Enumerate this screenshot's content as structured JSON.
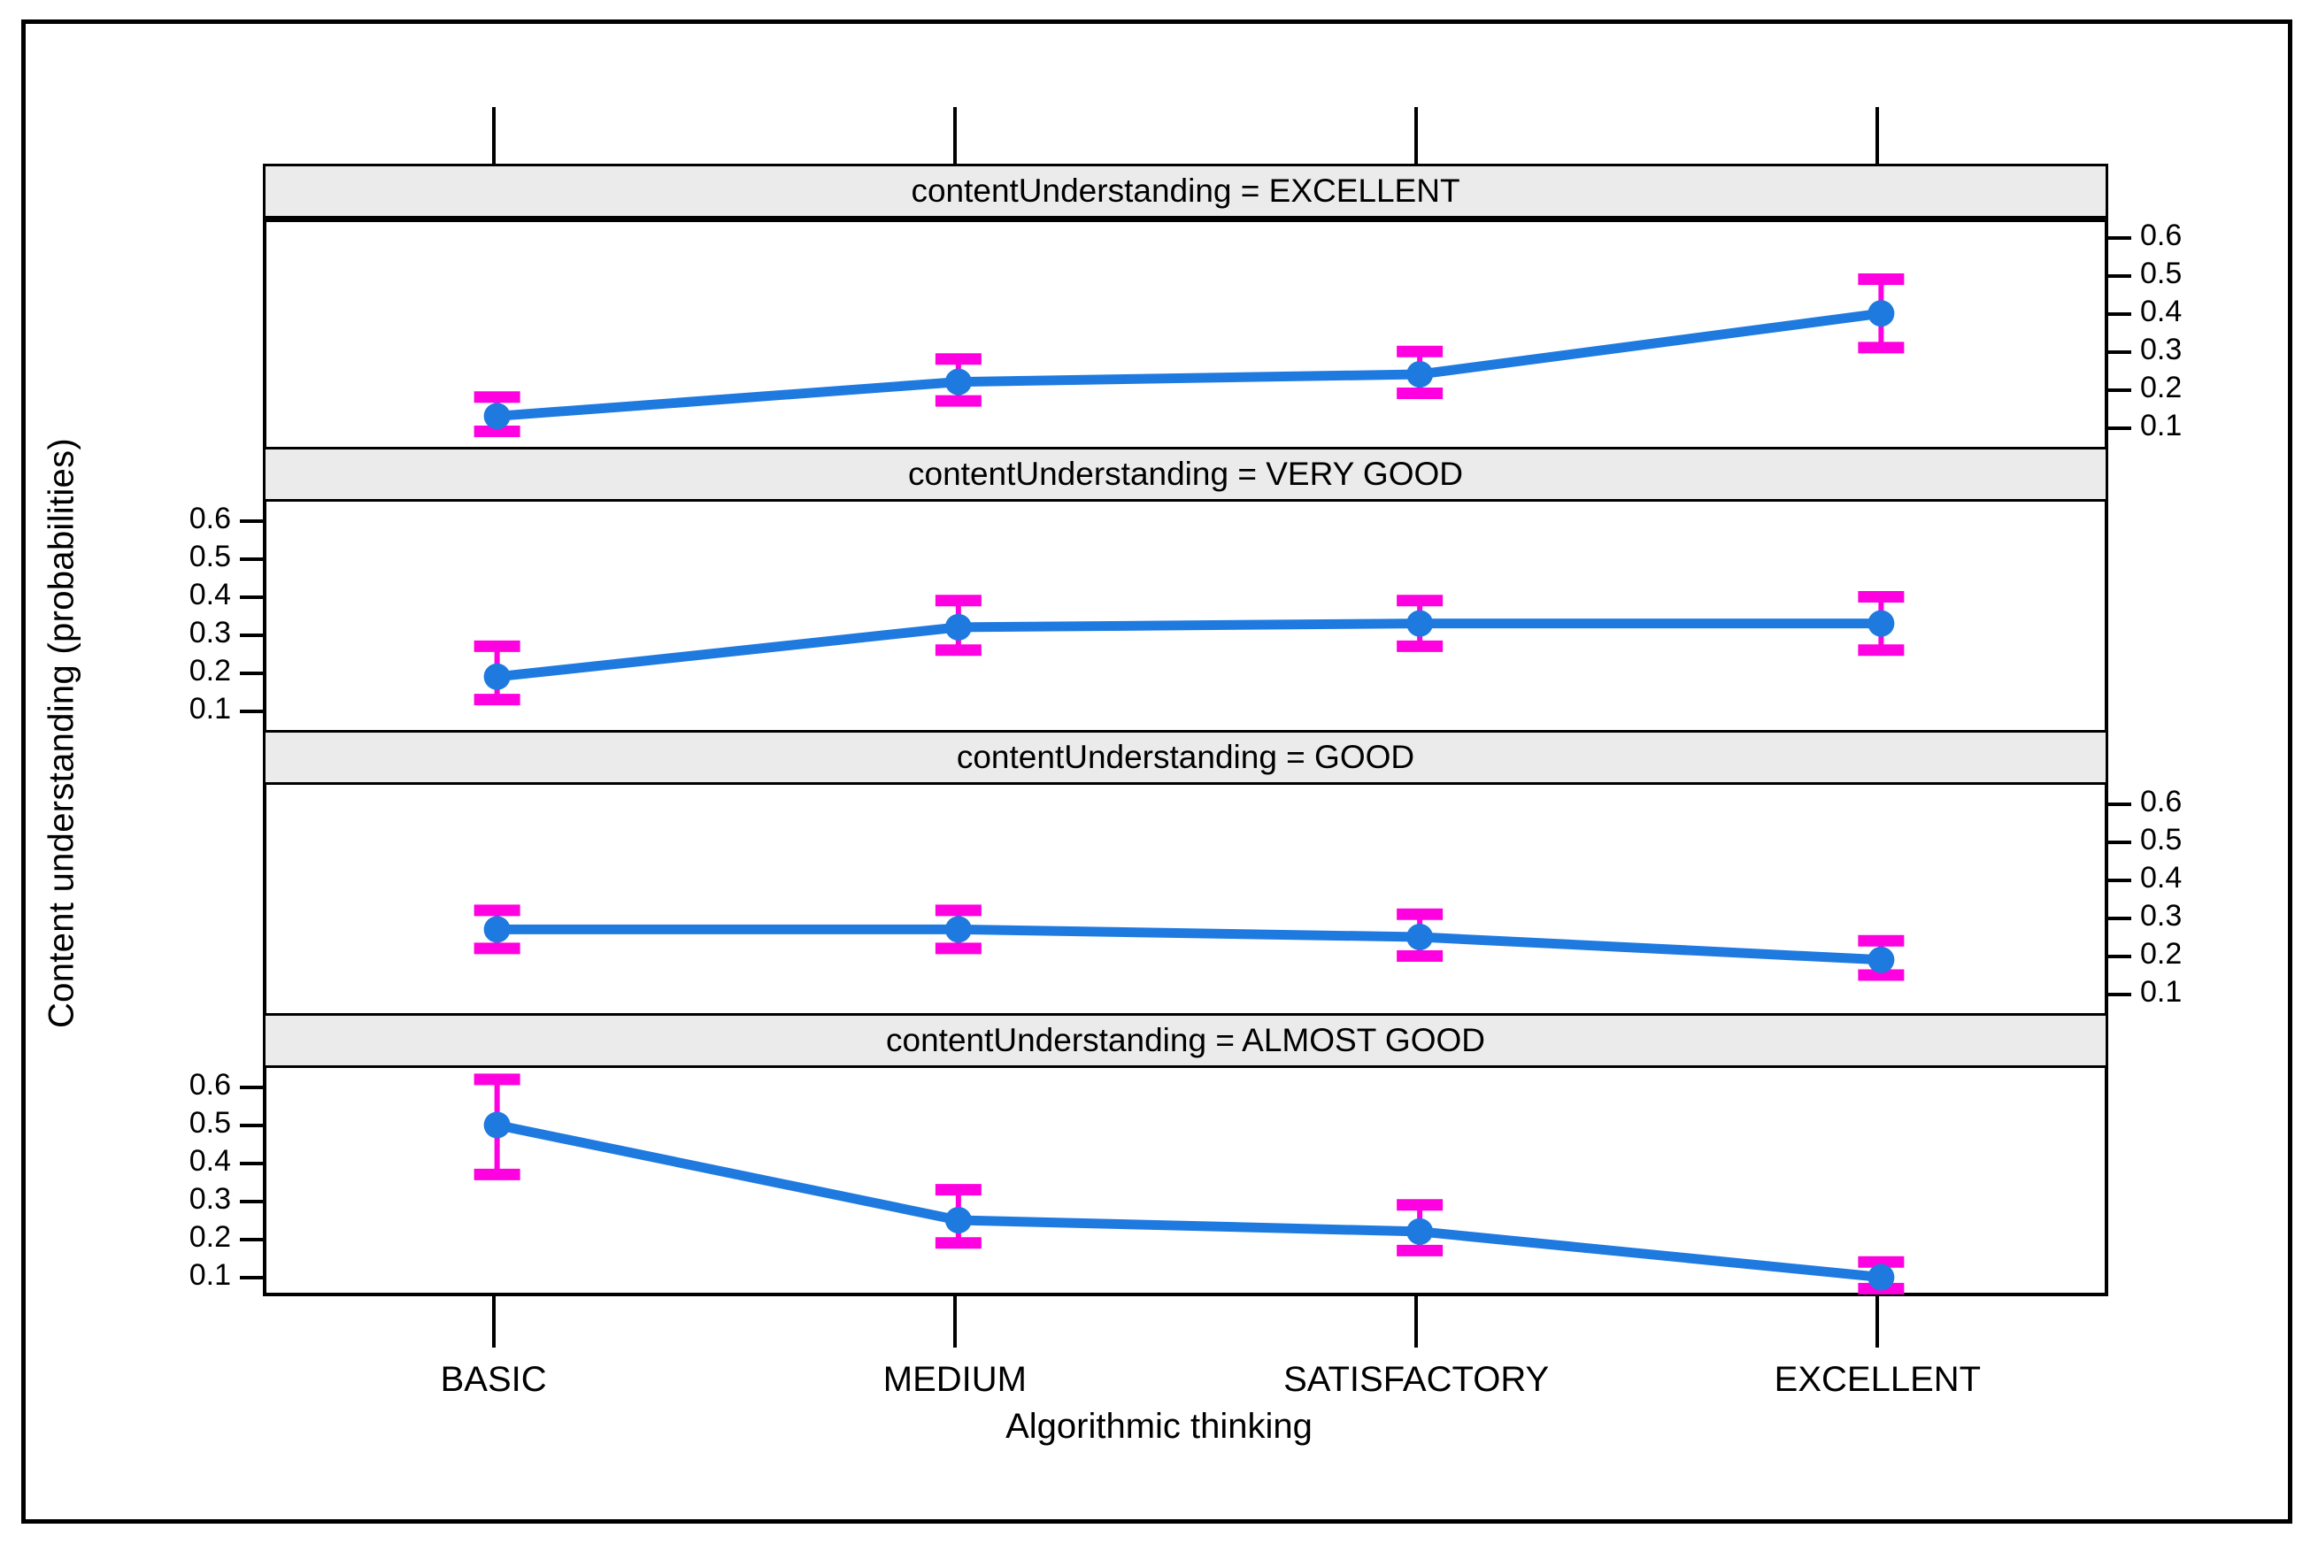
{
  "figure": {
    "xlabel": "Algorithmic thinking",
    "ylabel": "Content understanding (probabilities)",
    "point_color": "#1f7ae0",
    "errorbar_color": "#ff00e0",
    "strip_background": "#ebebeb",
    "frame_color": "#000000"
  },
  "chart_data": {
    "type": "line",
    "title": "",
    "xlabel": "Algorithmic thinking",
    "ylabel": "Content understanding (probabilities)",
    "categories": [
      "BASIC",
      "MEDIUM",
      "SATISFACTORY",
      "EXCELLENT"
    ],
    "ylim": [
      0.05,
      0.65
    ],
    "yticks": [
      0.6,
      0.5,
      0.4,
      0.3,
      0.2,
      0.1
    ],
    "ytick_labels": [
      "0.6",
      "0.5",
      "0.4",
      "0.3",
      "0.2",
      "0.1"
    ],
    "grid": false,
    "legend": "none",
    "panel_variable": "contentUnderstanding",
    "panels": [
      {
        "strip_label": "contentUnderstanding = EXCELLENT",
        "level": "EXCELLENT",
        "axis_side": "right",
        "values": [
          0.14,
          0.23,
          0.25,
          0.41
        ],
        "lower": [
          0.1,
          0.18,
          0.2,
          0.32
        ],
        "upper": [
          0.19,
          0.29,
          0.31,
          0.5
        ]
      },
      {
        "strip_label": "contentUnderstanding = VERY GOOD",
        "level": "VERY GOOD",
        "axis_side": "left",
        "values": [
          0.19,
          0.32,
          0.33,
          0.33
        ],
        "lower": [
          0.13,
          0.26,
          0.27,
          0.26
        ],
        "upper": [
          0.27,
          0.39,
          0.39,
          0.4
        ]
      },
      {
        "strip_label": "contentUnderstanding = GOOD",
        "level": "GOOD",
        "axis_side": "right",
        "values": [
          0.27,
          0.27,
          0.25,
          0.19
        ],
        "lower": [
          0.22,
          0.22,
          0.2,
          0.15
        ],
        "upper": [
          0.32,
          0.32,
          0.31,
          0.24
        ]
      },
      {
        "strip_label": "contentUnderstanding = ALMOST GOOD",
        "level": "ALMOST GOOD",
        "axis_side": "left",
        "values": [
          0.5,
          0.25,
          0.22,
          0.1
        ],
        "lower": [
          0.37,
          0.19,
          0.17,
          0.07
        ],
        "upper": [
          0.62,
          0.33,
          0.29,
          0.14
        ]
      }
    ]
  }
}
